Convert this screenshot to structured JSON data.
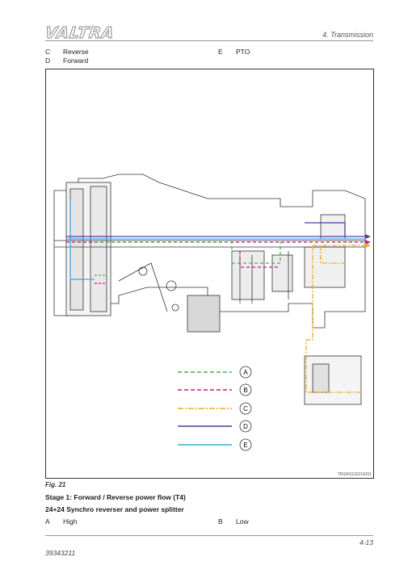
{
  "header": {
    "brand": "VALTRA",
    "section": "4. Transmission"
  },
  "top_legend": [
    {
      "key": "C",
      "label": "Reverse"
    },
    {
      "key": "D",
      "label": "Forward"
    },
    {
      "key": "E",
      "label": "PTO"
    }
  ],
  "figure": {
    "code": "TRIUK0110214201",
    "label": "Fig. 21",
    "line_legend": [
      {
        "key": "A",
        "color": "#4caf50",
        "style": "dashed"
      },
      {
        "key": "B",
        "color": "#c2188b",
        "style": "dashed"
      },
      {
        "key": "C",
        "color": "#f5a623",
        "style": "dashdot"
      },
      {
        "key": "D",
        "color": "#4b3c9c",
        "style": "solid"
      },
      {
        "key": "E",
        "color": "#3fa9e0",
        "style": "solid"
      }
    ]
  },
  "caption": {
    "title": "Stage 1: Forward / Reverse power flow (T4)",
    "subtitle": "24+24 Synchro reverser and power splitter",
    "items": [
      {
        "key": "A",
        "label": "High"
      },
      {
        "key": "B",
        "label": "Low"
      }
    ]
  },
  "footer": {
    "page": "4-13",
    "doc": "39343211"
  }
}
